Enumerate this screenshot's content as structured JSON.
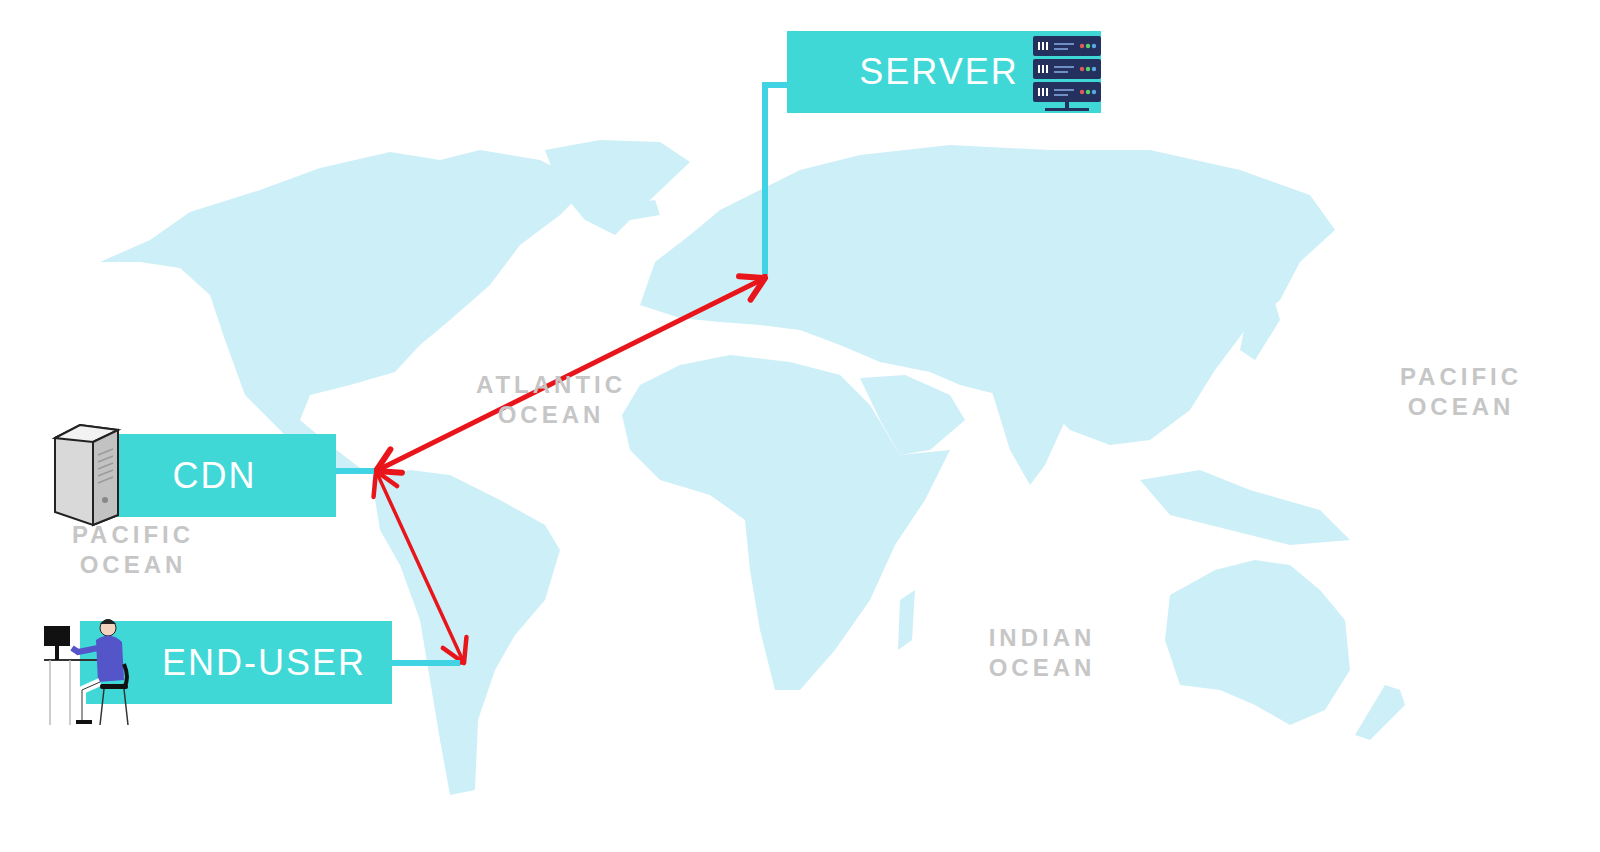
{
  "diagram": {
    "nodes": [
      {
        "text": [
          "SERVER"
        ]
      },
      {
        "text": [
          "CDN"
        ]
      },
      {
        "text": [
          "END-USER"
        ]
      }
    ],
    "edges": [
      {
        "from": 0,
        "to": 1,
        "arrow": "both"
      },
      {
        "from": 1,
        "to": 2,
        "arrow": "both"
      }
    ],
    "labels": [
      "ATLANTIC OCEAN",
      "PACIFIC OCEAN",
      "PACIFIC OCEAN",
      "INDIAN OCEAN"
    ]
  }
}
